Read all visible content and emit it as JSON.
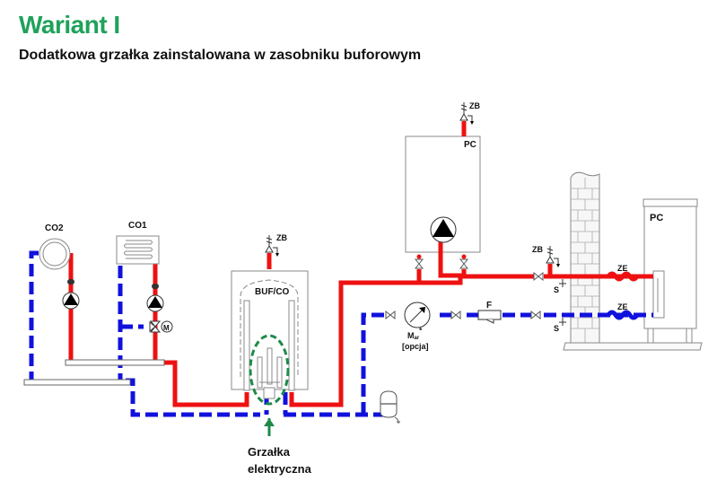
{
  "header": {
    "title": "Wariant I",
    "subtitle": "Dodatkowa grzałka zainstalowana w zasobniku buforowym"
  },
  "colors": {
    "title_green": "#1fa25a",
    "supply_red": "#ee1111",
    "return_blue": "#1111dd",
    "heater_green": "#1e8a4a"
  },
  "labels": {
    "co2": "CO2",
    "co1": "CO1",
    "buffer": "BUF/CO",
    "zb_buffer": "ZB",
    "zb_boiler": "ZB",
    "zb_outdoor": "ZB",
    "pc_indoor": "PC",
    "pc_outdoor": "PC",
    "ze_supply": "ZE",
    "ze_return": "ZE",
    "s_supply": "S",
    "s_return": "S",
    "filter": "F",
    "meter_main": "M",
    "meter_sub": "ar",
    "meter_star": "*",
    "meter_option": "[opcja]",
    "mixer_motor": "M",
    "heater_line1": "Grzałka",
    "heater_line2": "elektryczna"
  }
}
